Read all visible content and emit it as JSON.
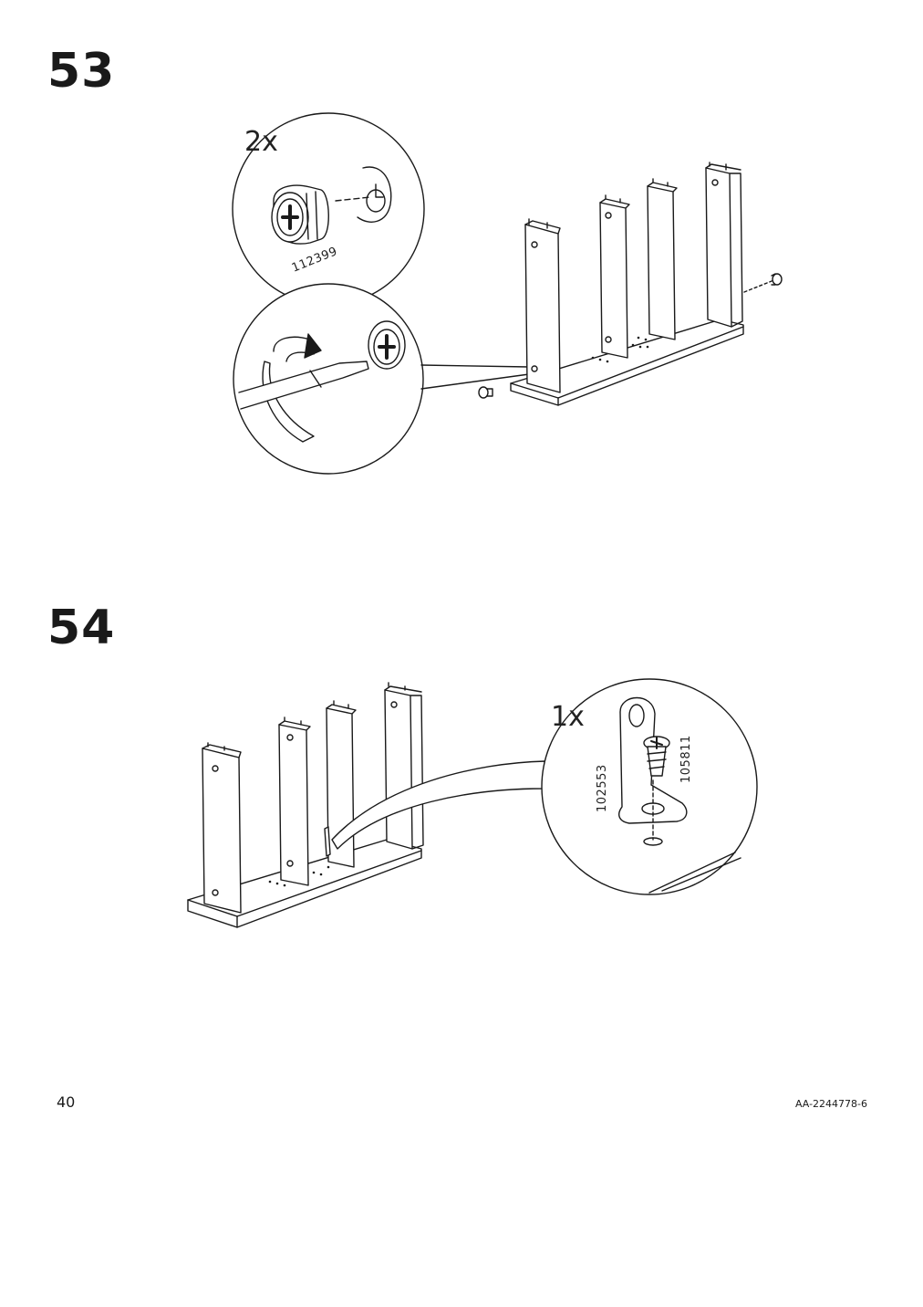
{
  "steps": [
    {
      "number": "53",
      "callouts": [
        {
          "quantity": "2x",
          "part_number": "112399"
        }
      ]
    },
    {
      "number": "54",
      "callouts": [
        {
          "quantity": "1x",
          "part_numbers": [
            "102553",
            "105811"
          ]
        }
      ]
    }
  ],
  "footer": {
    "page_number": "40",
    "document_code": "AA-2244778-6"
  }
}
